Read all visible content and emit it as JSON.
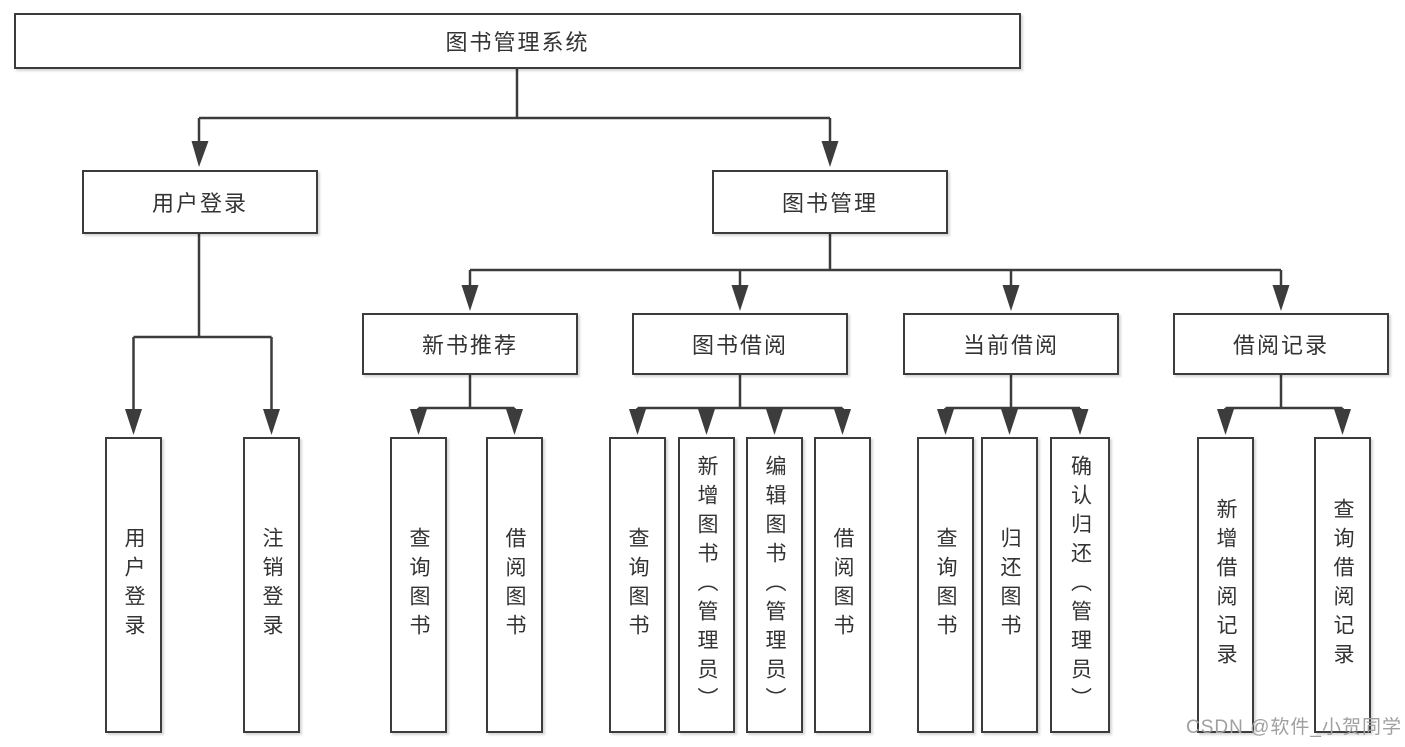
{
  "tree": {
    "root": {
      "label": "图书管理系统"
    },
    "branches": [
      {
        "label": "用户登录",
        "children": [
          {
            "label": "用户登录"
          },
          {
            "label": "注销登录"
          }
        ]
      },
      {
        "label": "图书管理",
        "children": [
          {
            "label": "新书推荐",
            "children": [
              {
                "label": "查询图书"
              },
              {
                "label": "借阅图书"
              }
            ]
          },
          {
            "label": "图书借阅",
            "children": [
              {
                "label": "查询图书"
              },
              {
                "label": "新增图书（管理员）"
              },
              {
                "label": "编辑图书（管理员）"
              },
              {
                "label": "借阅图书"
              }
            ]
          },
          {
            "label": "当前借阅",
            "children": [
              {
                "label": "查询图书"
              },
              {
                "label": "归还图书"
              },
              {
                "label": "确认归还（管理员）"
              }
            ]
          },
          {
            "label": "借阅记录",
            "children": [
              {
                "label": "新增借阅记录"
              },
              {
                "label": "查询借阅记录"
              }
            ]
          }
        ]
      }
    ]
  },
  "watermark": {
    "text": "CSDN @软件_小贺同学",
    "color": "#a0a0a0"
  },
  "colors": {
    "line": "#3c3c3c",
    "box_border": "#3c3c3c",
    "text": "#333333",
    "background": "#ffffff"
  }
}
